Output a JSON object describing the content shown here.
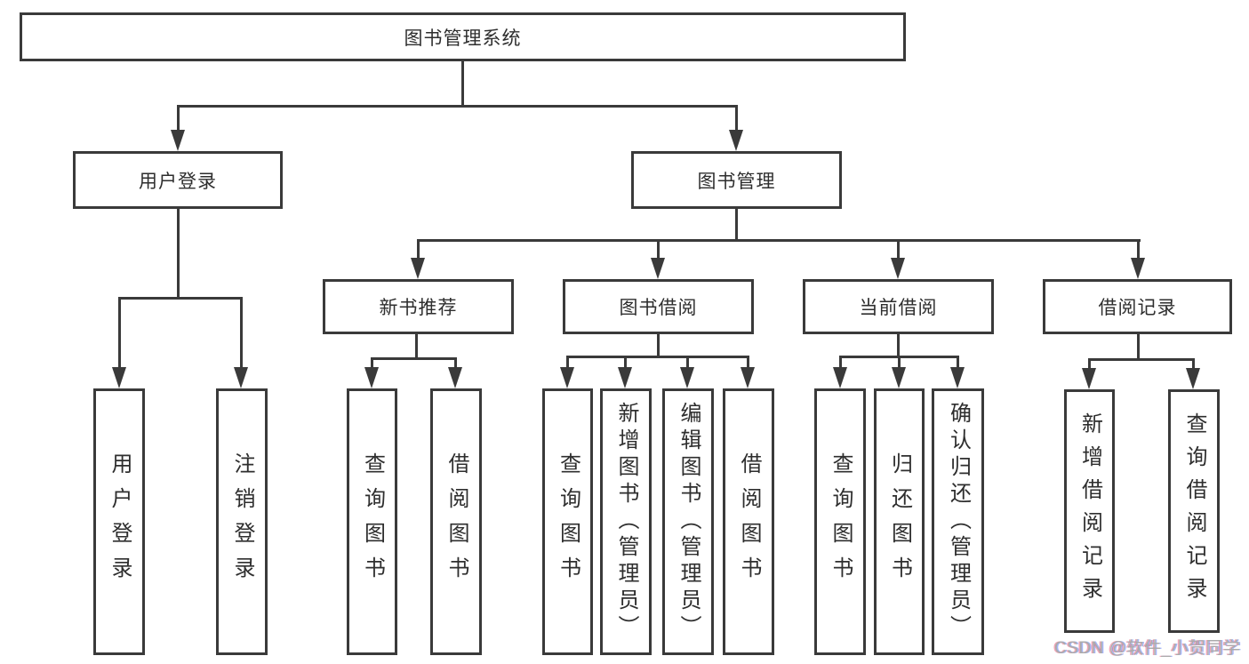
{
  "diagram": {
    "title_node": {
      "label": "图书管理系统"
    },
    "level2": [
      {
        "label": "用户登录"
      },
      {
        "label": "图书管理"
      }
    ],
    "level3": [
      {
        "label": "新书推荐"
      },
      {
        "label": "图书借阅"
      },
      {
        "label": "当前借阅"
      },
      {
        "label": "借阅记录"
      }
    ],
    "leaves": [
      {
        "label": "用户登录",
        "parent": "用户登录"
      },
      {
        "label": "注销登录",
        "parent": "用户登录"
      },
      {
        "label": "查询图书",
        "parent": "新书推荐"
      },
      {
        "label": "借阅图书",
        "parent": "新书推荐"
      },
      {
        "label": "查询图书",
        "parent": "图书借阅"
      },
      {
        "label": "新增图书（管理员）",
        "parent": "图书借阅"
      },
      {
        "label": "编辑图书（管理员）",
        "parent": "图书借阅"
      },
      {
        "label": "借阅图书",
        "parent": "图书借阅"
      },
      {
        "label": "查询图书",
        "parent": "当前借阅"
      },
      {
        "label": "归还图书",
        "parent": "当前借阅"
      },
      {
        "label": "确认归还（管理员）",
        "parent": "当前借阅"
      },
      {
        "label": "新增借阅记录",
        "parent": "借阅记录"
      },
      {
        "label": "查询借阅记录",
        "parent": "借阅记录"
      }
    ]
  },
  "watermark": {
    "text": "CSDN @软件_小贺同学"
  },
  "colors": {
    "line": "#3a3a3a",
    "text": "#2e2e2e",
    "background": "#ffffff",
    "watermark": "#ababab"
  }
}
